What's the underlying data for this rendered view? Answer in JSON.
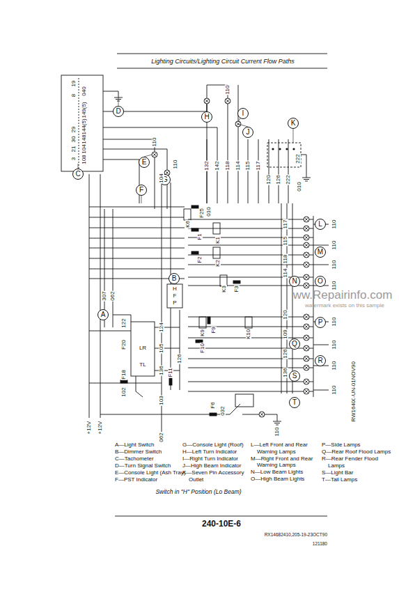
{
  "diagram": {
    "title": "Lighting Circuits/Lighting Circuit Current Flow Paths",
    "caption": "Switch in \"H\" Position (Lo Beam)",
    "nodes": [
      {
        "text": [
          "A"
        ]
      },
      {
        "text": [
          "B"
        ]
      },
      {
        "text": [
          "C"
        ]
      },
      {
        "text": [
          "D"
        ]
      },
      {
        "text": [
          "E"
        ]
      },
      {
        "text": [
          "F"
        ]
      },
      {
        "text": [
          "G"
        ]
      },
      {
        "text": [
          "H"
        ]
      },
      {
        "text": [
          "I"
        ]
      },
      {
        "text": [
          "J"
        ]
      },
      {
        "text": [
          "K"
        ]
      },
      {
        "text": [
          "L"
        ]
      },
      {
        "text": [
          "M"
        ]
      },
      {
        "text": [
          "N"
        ]
      },
      {
        "text": [
          "O"
        ]
      },
      {
        "text": [
          "P"
        ]
      },
      {
        "text": [
          "Q"
        ]
      },
      {
        "text": [
          "R"
        ]
      },
      {
        "text": [
          "S"
        ]
      },
      {
        "text": [
          "T"
        ]
      }
    ],
    "labels": [
      "19",
      "8",
      "29",
      "30",
      "21",
      "3",
      "040",
      "149(5)",
      "144(5)",
      "148",
      "104",
      "108",
      "110",
      "110",
      "104",
      "110",
      "132",
      "142",
      "118",
      "114",
      "115",
      "117",
      "120",
      "126",
      "222",
      "222",
      "010",
      "K6",
      "F25",
      "010",
      "F1",
      "K1",
      "F2",
      "K2",
      "K3",
      "F3",
      "H",
      "F",
      "P",
      "K9",
      "F9",
      "K10",
      "F10",
      "117",
      "115",
      "118",
      "114",
      "120",
      "109",
      "126",
      "136",
      "110",
      "110",
      "110",
      "110",
      "110",
      "110",
      "110",
      "110",
      "126",
      "124",
      "105",
      "136",
      "122",
      "F20",
      "F18",
      "102",
      "F11",
      "103",
      "062",
      "F6",
      "032",
      "110",
      "307",
      "062",
      "+12V",
      "+12V",
      "LR",
      "TL",
      "RW16400",
      "-UN-01NOV90",
      "ww.Repairinfo.com",
      "watermark exists on this sample",
      "240-10E-6",
      "RX14682410,205-19-23OCT90",
      "121180",
      "A—Light Switch",
      "B—Dimmer Switch",
      "C—Tachometer",
      "D—Turn Signal Switch",
      "E—Console Light (Ash Tray)",
      "F—PST Indicator",
      "G—Console Light (Roof)",
      "H—Left Turn Indicator",
      "I—Right Turn Indicator",
      "J—High Beam Indicator",
      "K—Seven Pin Accessory Outlet",
      "L—Left Front and Rear Warning Lamps",
      "M—Right Front and Rear Warning Lamps",
      "N—Low Beam Lights",
      "O—High Beam Lights",
      "P—Side Lamps",
      "Q—Rear Roof Flood Lamps",
      "R—Rear Fender Flood Lamps",
      "S—Light Bar",
      "T—Tail Lamps"
    ]
  }
}
